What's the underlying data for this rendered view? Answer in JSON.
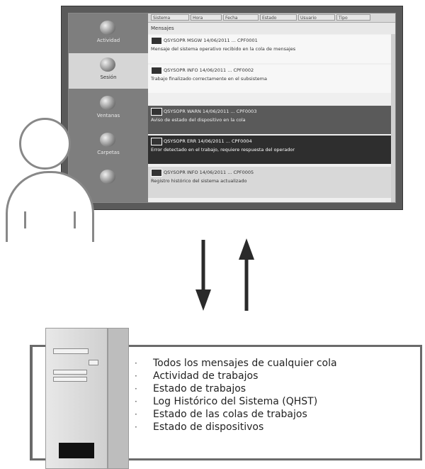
{
  "monitor": {
    "sidebar": [
      "Actividad",
      "Sesión",
      "Ventanas",
      "Carpetas",
      ""
    ],
    "toolbar": [
      "Sistema",
      "Hora",
      "Fecha",
      "Estado",
      "Usuario",
      "Tipo"
    ],
    "subbar": "Mensajes",
    "messages": [
      {
        "l1": "QSYSOPR  MSGW  14/06/2011  ...  CPF0001",
        "l2": "Mensaje del sistema operativo recibido en la cola de mensajes",
        "tone": "light"
      },
      {
        "l1": "QSYSOPR  INFO  14/06/2011  ...  CPF0002",
        "l2": "Trabajo finalizado correctamente en el subsistema",
        "tone": "light"
      },
      {
        "l1": "QSYSOPR  WARN  14/06/2011  ...  CPF0003",
        "l2": "Aviso de estado del dispositivo en la cola",
        "tone": "dark"
      },
      {
        "l1": "QSYSOPR  ERR   14/06/2011  ...  CPF0004",
        "l2": "Error detectado en el trabajo, requiere respuesta del operador",
        "tone": "darker"
      },
      {
        "l1": "QSYSOPR  INFO  14/06/2011  ...  CPF0005",
        "l2": "Registro histórico del sistema actualizado",
        "tone": "mid"
      }
    ]
  },
  "server_features": [
    "Todos los mensajes de cualquier cola",
    "Actividad de trabajos",
    "Estado de trabajos",
    "Log Histórico del Sistema (QHST)",
    "Estado de las colas de trabajos",
    "Estado de dispositivos"
  ],
  "bullet": "·"
}
